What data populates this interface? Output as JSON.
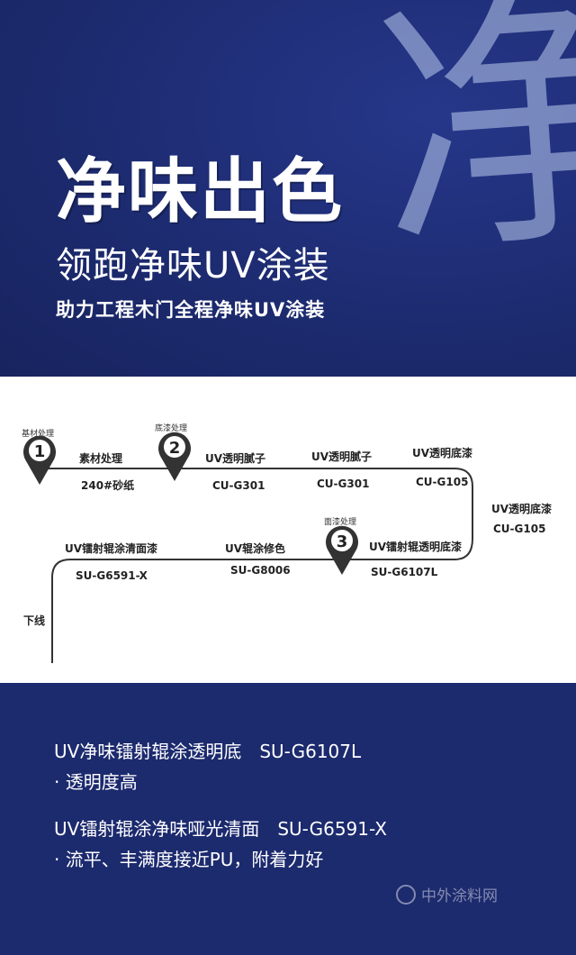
{
  "hero": {
    "brush_char": "净",
    "title": "净味出色",
    "subtitle": "领跑净味UV涂装",
    "tagline": "助力工程木门全程净味UV涂装"
  },
  "process": {
    "markers": [
      {
        "number": "1",
        "caption": "基材处理"
      },
      {
        "number": "2",
        "caption": "底漆处理"
      },
      {
        "number": "3",
        "caption": "面漆处理"
      }
    ],
    "steps": [
      {
        "name": "素材处理",
        "code": "240#砂纸"
      },
      {
        "name": "UV透明腻子",
        "code": "CU-G301"
      },
      {
        "name": "UV透明腻子",
        "code": "CU-G301"
      },
      {
        "name": "UV透明底漆",
        "code": "CU-G105"
      },
      {
        "name": "UV透明底漆",
        "code": "CU-G105"
      },
      {
        "name": "UV镭射辊透明底漆",
        "code": "SU-G6107L"
      },
      {
        "name": "UV辊涂修色",
        "code": "SU-G8006"
      },
      {
        "name": "UV镭射辊涂清面漆",
        "code": "SU-G6591-X"
      }
    ],
    "end_label": "下线"
  },
  "products": {
    "p1_title": "UV净味镭射辊涂透明底　SU-G6107L",
    "p1_feature": "·  透明度高",
    "p2_title": "UV镭射辊涂净味哑光清面　SU-G6591-X",
    "p2_feature": "·   流平、丰满度接近PU，附着力好"
  },
  "watermark": "中外涂料网",
  "colors": {
    "bg": "#1c2a6e",
    "line": "#333333",
    "marker": "#333333"
  }
}
